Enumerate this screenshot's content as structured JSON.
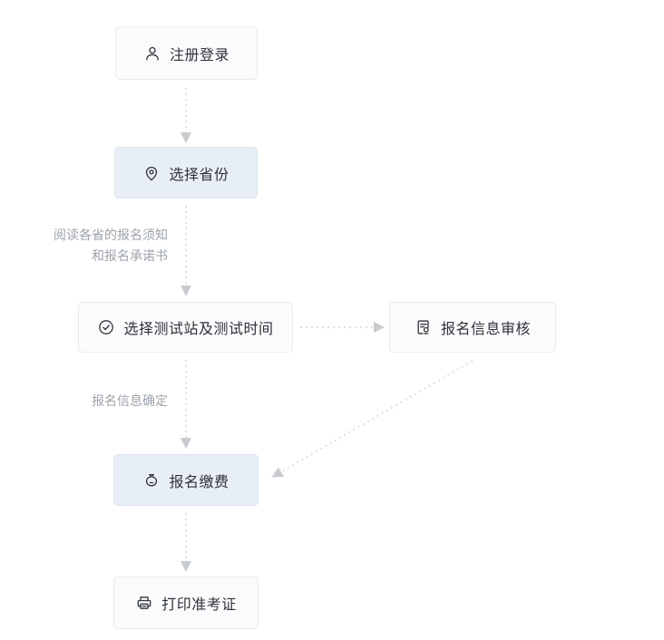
{
  "flow": {
    "title": "registration-flowchart",
    "nodes": [
      {
        "label": "注册登录",
        "icon": "user-icon",
        "variant": "default"
      },
      {
        "label": "选择省份",
        "icon": "location-pin-icon",
        "variant": "highlight"
      },
      {
        "label": "选择测试站及测试时间",
        "icon": "check-circle-icon",
        "variant": "default"
      },
      {
        "label": "报名信息审核",
        "icon": "document-audit-icon",
        "variant": "default"
      },
      {
        "label": "报名缴费",
        "icon": "money-bag-icon",
        "variant": "highlight"
      },
      {
        "label": "打印准考证",
        "icon": "printer-icon",
        "variant": "default"
      }
    ],
    "edge_labels": {
      "read_notice_line1": "阅读各省的报名须知",
      "read_notice_line2": "和报名承诺书",
      "info_confirmed": "报名信息确定"
    },
    "colors": {
      "node_fill": "#fafbfc",
      "node_border": "#e8eaed",
      "highlight_fill": "#e7eef5",
      "highlight_border": "#dbe4ee",
      "node_text": "#303238",
      "muted_text": "#9da3ab",
      "arrow_line": "#dddfe3",
      "arrow_head": "#c8cbcf"
    }
  }
}
